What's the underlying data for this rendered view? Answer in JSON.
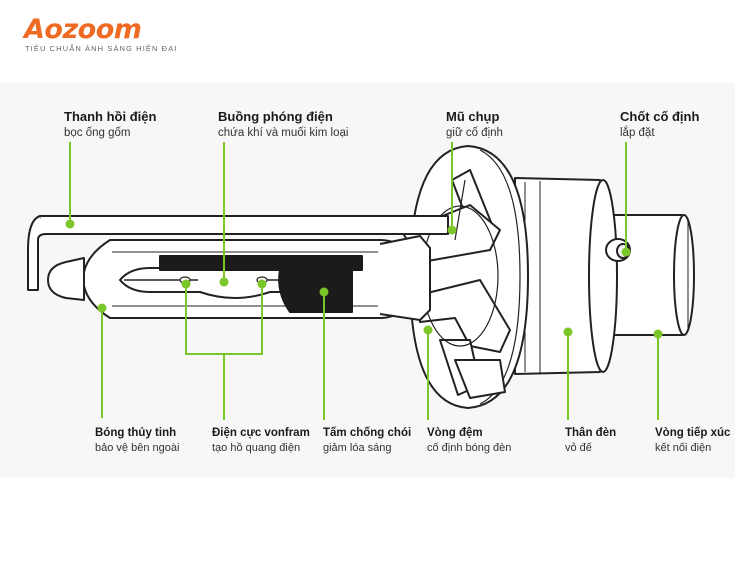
{
  "brand": {
    "logo": "Aozoom",
    "tagline": "TIÊU CHUẨN ÁNH SÁNG HIỆN ĐẠI",
    "color": "#ef6a22"
  },
  "colors": {
    "callout": "#7bc629",
    "outline": "#222222",
    "dark": "#1b1b1b"
  },
  "labels": {
    "return_wire": {
      "title": "Thanh hồi điện",
      "sub": "bọc ống gốm"
    },
    "arc_chamber": {
      "title": "Buồng phóng điện",
      "sub": "chứa khí và muối kim loại"
    },
    "cap": {
      "title": "Mũ chụp",
      "sub": "giữ cố định"
    },
    "locking_pin": {
      "title": "Chốt cố định",
      "sub": "lắp đặt"
    },
    "glass_bulb": {
      "title": "Bóng thủy tinh",
      "sub": "bảo vệ bên ngoài"
    },
    "electrodes": {
      "title": "Điện cực vonfram",
      "sub": "tạo hồ quang điện"
    },
    "shield": {
      "title": "Tấm chống chói",
      "sub": "giảm lóa sáng"
    },
    "gasket": {
      "title": "Vòng đệm",
      "sub": "cố định bóng đèn"
    },
    "body": {
      "title": "Thân đèn",
      "sub": "vỏ đế"
    },
    "contact_ring": {
      "title": "Vòng tiếp xúc",
      "sub": "kết nối điện"
    }
  }
}
